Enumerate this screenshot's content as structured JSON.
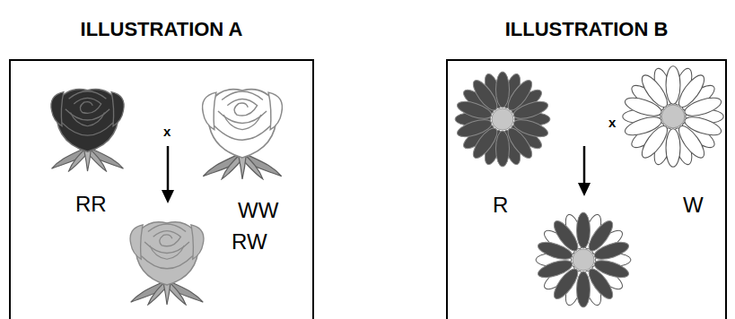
{
  "diagram": {
    "nodes": [
      {
        "text": [
          "ILLUSTRATION A"
        ]
      },
      {
        "text": [
          "ILLUSTRATION B"
        ]
      }
    ],
    "labels": [
      "x",
      "RR",
      "WW",
      "RW",
      "x",
      "R",
      "W"
    ]
  }
}
